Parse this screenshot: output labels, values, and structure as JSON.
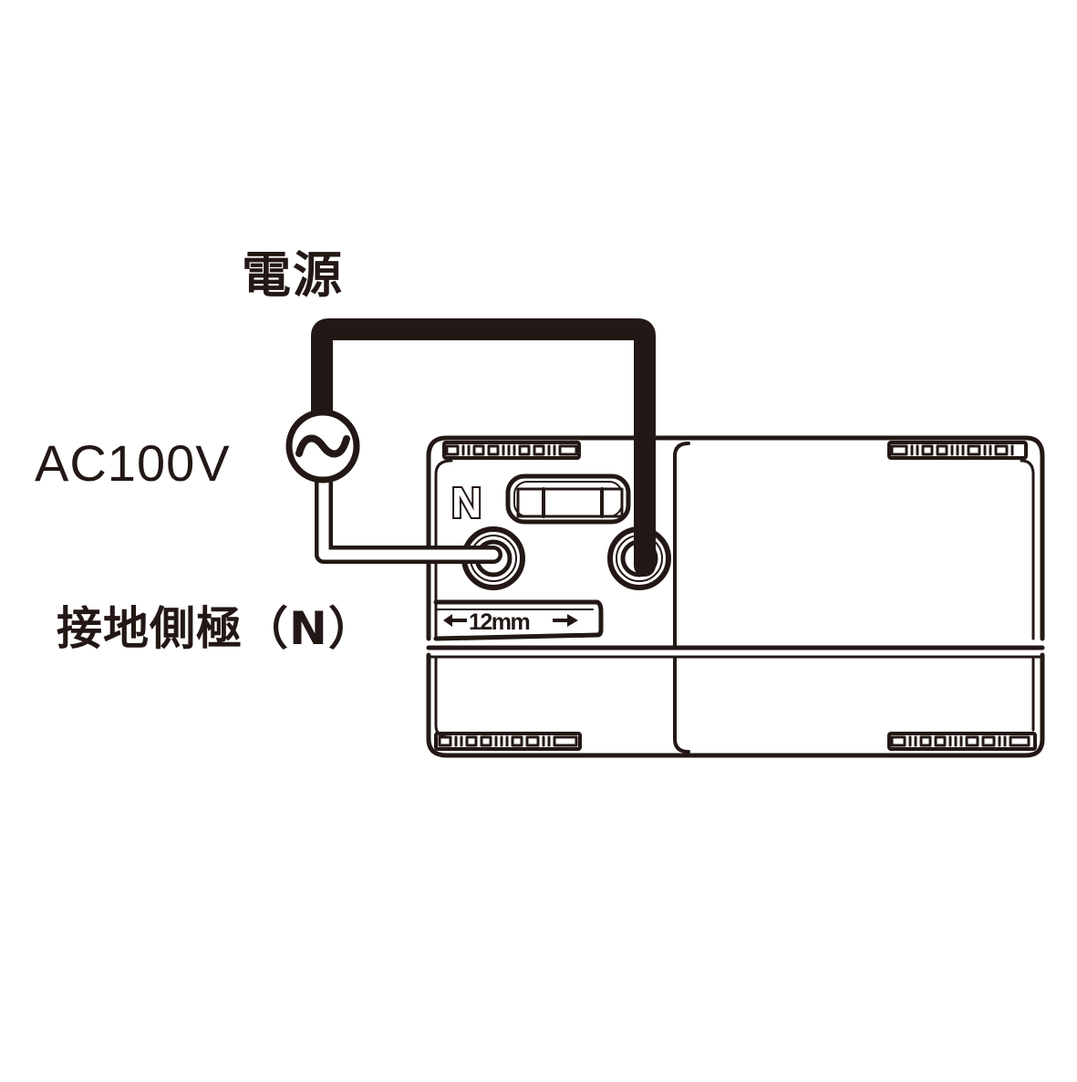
{
  "diagram": {
    "type": "wiring-diagram",
    "colors": {
      "ink": "#231815",
      "background": "#ffffff"
    },
    "labels": {
      "power_source": "電源",
      "voltage": "AC100V",
      "neutral_pole": "接地側極（N）"
    },
    "ac_source": {
      "symbol": "~",
      "icon": "ac-source-icon"
    },
    "device": {
      "terminal_marking": "N",
      "strip_gauge": "12mm",
      "terminals": [
        {
          "id": "neutral",
          "position": "left",
          "wire": "thin-outlined"
        },
        {
          "id": "line",
          "position": "right",
          "wire": "thick-solid"
        }
      ]
    },
    "connections": [
      {
        "from": "ac-source-top",
        "to": "line-terminal-right",
        "style": "thick"
      },
      {
        "from": "ac-source-bottom",
        "to": "neutral-terminal-left",
        "style": "outlined"
      }
    ]
  }
}
